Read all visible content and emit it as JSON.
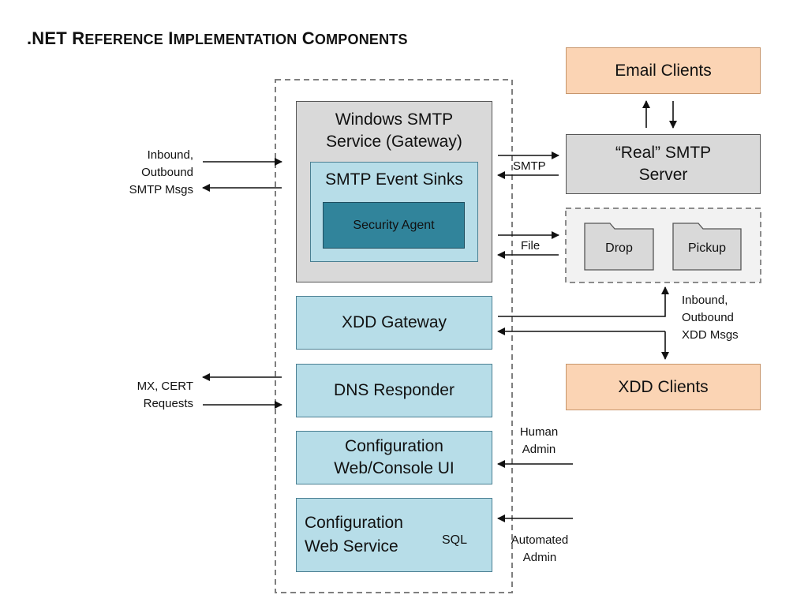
{
  "title": ".NET Reference Implementation Components",
  "title_parts": [
    {
      "text": ".NET",
      "big": true
    },
    {
      "text": " R",
      "big": true
    },
    {
      "text": "EFERENCE",
      "big": false
    },
    {
      "text": " I",
      "big": true
    },
    {
      "text": "MPLEMENTATION",
      "big": false
    },
    {
      "text": " C",
      "big": true
    },
    {
      "text": "OMPONENTS",
      "big": false
    }
  ],
  "components": {
    "windows_smtp": "Windows SMTP Service (Gateway)",
    "event_sinks": "SMTP Event Sinks",
    "security_agent": "Security Agent",
    "xdd_gateway": "XDD Gateway",
    "dns_responder": "DNS Responder",
    "config_ui": "Configuration Web/Console UI",
    "config_ws": "Configuration Web Service",
    "sql": "SQL"
  },
  "external": {
    "email_clients": "Email Clients",
    "real_smtp": "“Real” SMTP Server",
    "drop": "Drop",
    "pickup": "Pickup",
    "xdd_clients": "XDD Clients"
  },
  "labels": {
    "inbound_outbound_smtp": "Inbound, Outbound SMTP Msgs",
    "smtp": "SMTP",
    "file": "File",
    "inbound_outbound_xdd": "Inbound, Outbound XDD Msgs",
    "mx_cert": "MX, CERT Requests",
    "human_admin": "Human Admin",
    "automated_admin": "Automated Admin"
  },
  "colors": {
    "gray": "#d9d9d9",
    "light_blue": "#b7dde8",
    "dark_teal": "#31849b",
    "orange": "#fbd4b4"
  }
}
